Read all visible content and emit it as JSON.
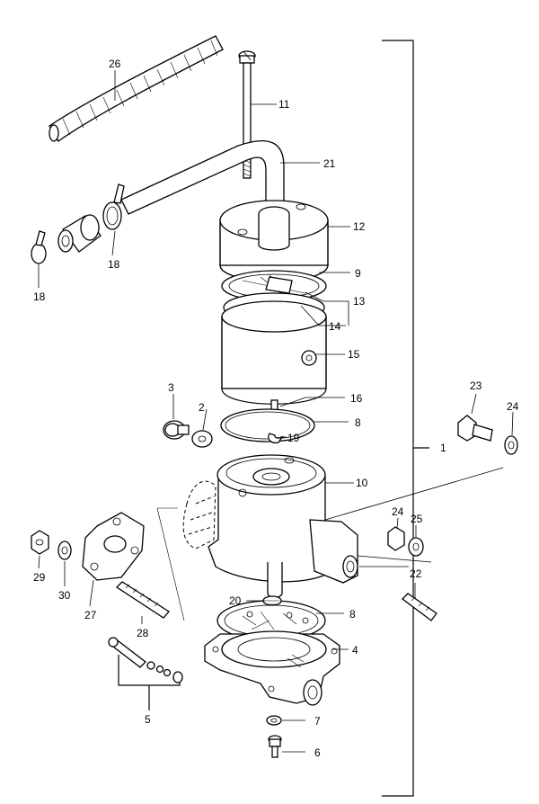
{
  "diagram": {
    "labels": {
      "l1": "1",
      "l2": "2",
      "l3": "3",
      "l4": "4",
      "l5": "5",
      "l6": "6",
      "l7": "7",
      "l8a": "8",
      "l8b": "8",
      "l9": "9",
      "l10": "10",
      "l11": "11",
      "l12": "12",
      "l13": "13",
      "l14": "14",
      "l15": "15",
      "l16": "16",
      "l18a": "18",
      "l18b": "18",
      "l19": "19",
      "l20": "20",
      "l21": "21",
      "l22": "22",
      "l23": "23",
      "l24a": "24",
      "l24b": "24",
      "l25": "25",
      "l26": "26",
      "l27": "27",
      "l28": "28",
      "l29": "29",
      "l30": "30"
    }
  }
}
